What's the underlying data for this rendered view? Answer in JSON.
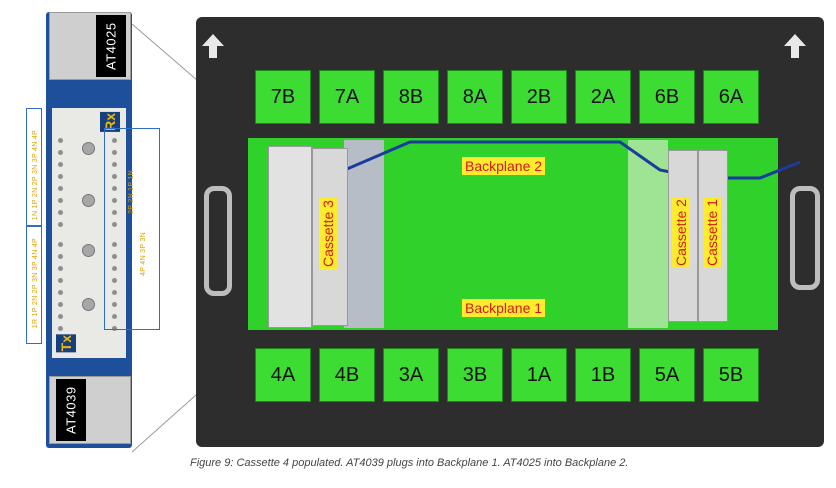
{
  "detail": {
    "top_module_tag": "AT4025",
    "bottom_module_tag": "AT4039",
    "rx_label": "Rx",
    "tx_label": "Tx",
    "pin_labels": [
      "1N 1P 2N 2P 3N 3P 4N 4P",
      "1R 1P 2N 2P 3N 3P 4N 4P",
      "2P 2N 1P 1N",
      "4P 4N 3P 3N"
    ]
  },
  "ports_top": [
    "7B",
    "7A",
    "8B",
    "8A",
    "2B",
    "2A",
    "6B",
    "6A"
  ],
  "ports_bottom": [
    "4A",
    "4B",
    "3A",
    "3B",
    "1A",
    "1B",
    "5A",
    "5B"
  ],
  "backplanes": {
    "bp2": "Backplane 2",
    "bp1": "Backplane 1"
  },
  "cassettes": {
    "c3": "Cassette 3",
    "c2": "Cassette 2",
    "c1": "Cassette 1"
  },
  "colors": {
    "port_green": "#3ddc32",
    "label_yellow": "#ffeb2e",
    "label_red": "#d11a1a",
    "frame_blue": "#1d4f9a",
    "chassis": "#2d2d2d"
  },
  "caption": "Figure 9: Cassette 4 populated. AT4039 plugs into Backplane 1. AT4025 into Backplane 2."
}
